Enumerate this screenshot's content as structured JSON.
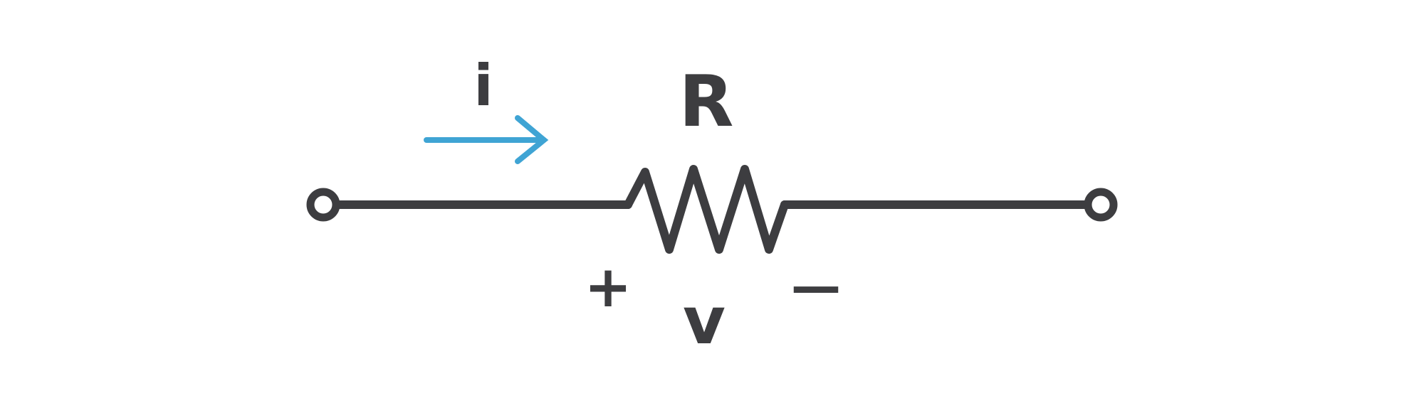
{
  "labels": {
    "current": "i",
    "resistance": "R",
    "voltage": "v",
    "plus": "+",
    "minus": "—"
  },
  "colors": {
    "wire": "#3d3d40",
    "current_arrow": "#3fa4d4",
    "background": "#ffffff"
  }
}
